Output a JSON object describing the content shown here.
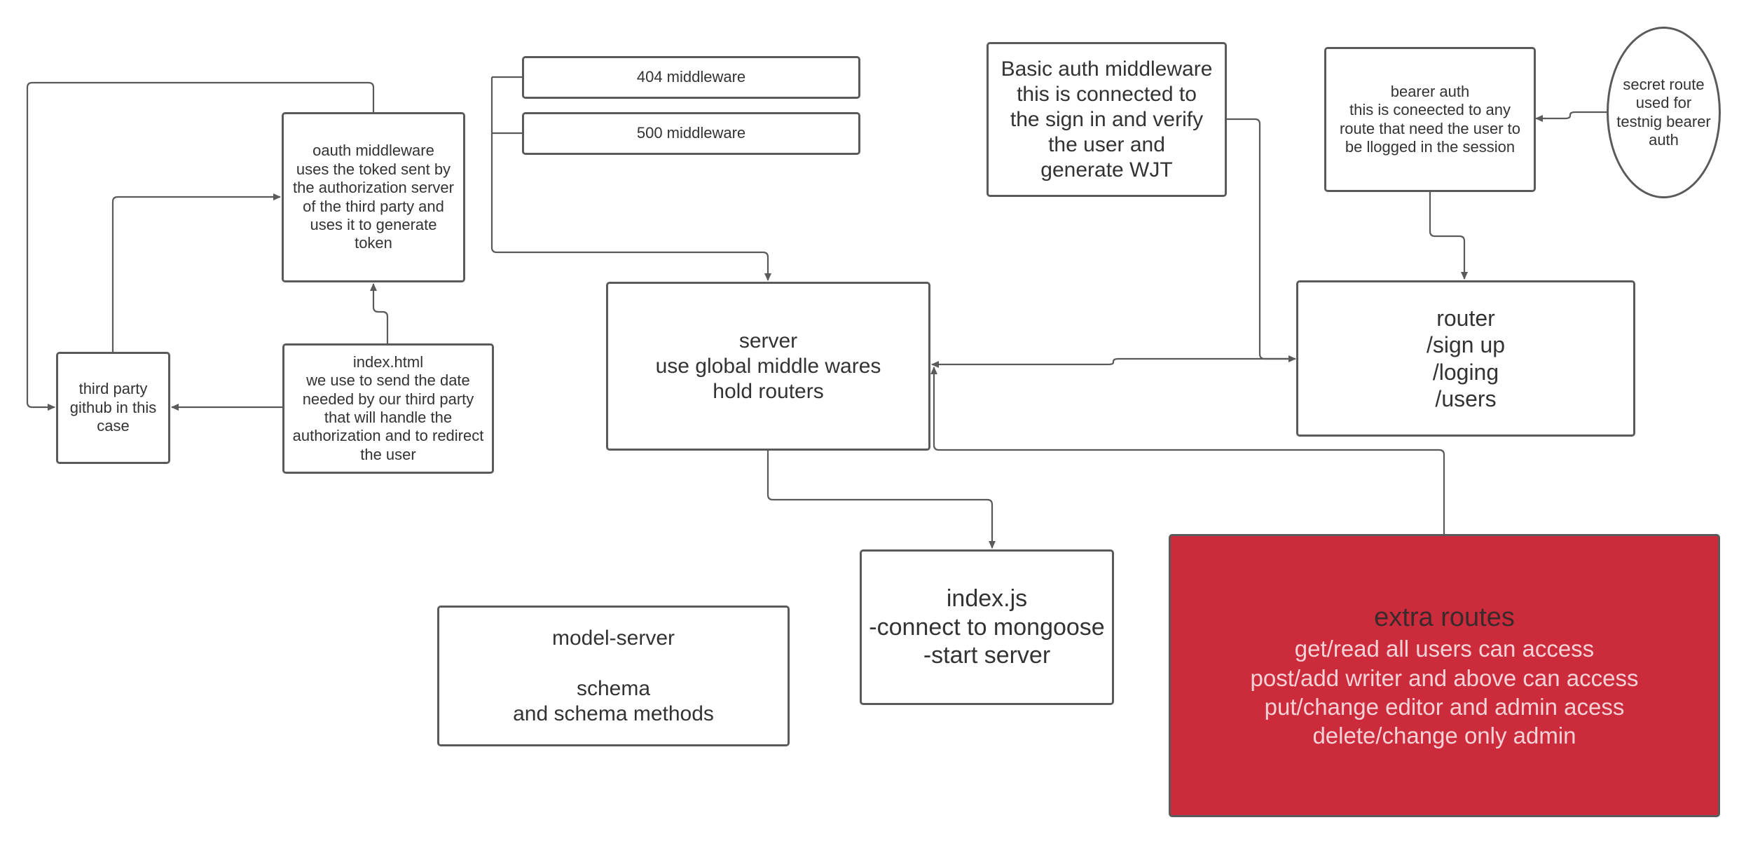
{
  "diagram": {
    "boxes": {
      "third_party": "third party\ngithub in this\ncase",
      "oauth": "oauth middleware\nuses the  toked sent by\nthe authorization server\nof the third party  and\nuses it to generate\ntoken",
      "index_html": "index.html\nwe use to send the date\nneeded by our third party\nthat will handle the\nauthorization and to redirect\nthe user",
      "mw404": "404 middleware",
      "mw500": "500 middleware",
      "server": "server\nuse global middle wares\nhold routers",
      "basic_auth": "Basic auth middleware\nthis is connected to\nthe sign in and verify\nthe user  and\ngenerate WJT",
      "bearer": "bearer auth\nthis is coneected to any\nroute that need the  user to\nbe llogged in the session",
      "secret": "secret route\nused for\ntestnig bearer\nauth",
      "router": "router\n/sign up\n/loging\n/users",
      "index_js": "index.js\n-connect to mongoose\n-start server",
      "model_server": "model-server\n\nschema\nand schema methods"
    },
    "extra_routes": {
      "title": "extra routes",
      "lines": [
        "get/read all users can access",
        "post/add writer and above can access",
        "put/change editor and admin acess",
        "delete/change only admin"
      ]
    },
    "colors": {
      "stroke": "#5a5a5a",
      "box_fill": "#ffffff",
      "extra_fill": "#cc2b3b",
      "extra_title": "#3a2a2c",
      "extra_text": "#f4d2d6"
    }
  }
}
